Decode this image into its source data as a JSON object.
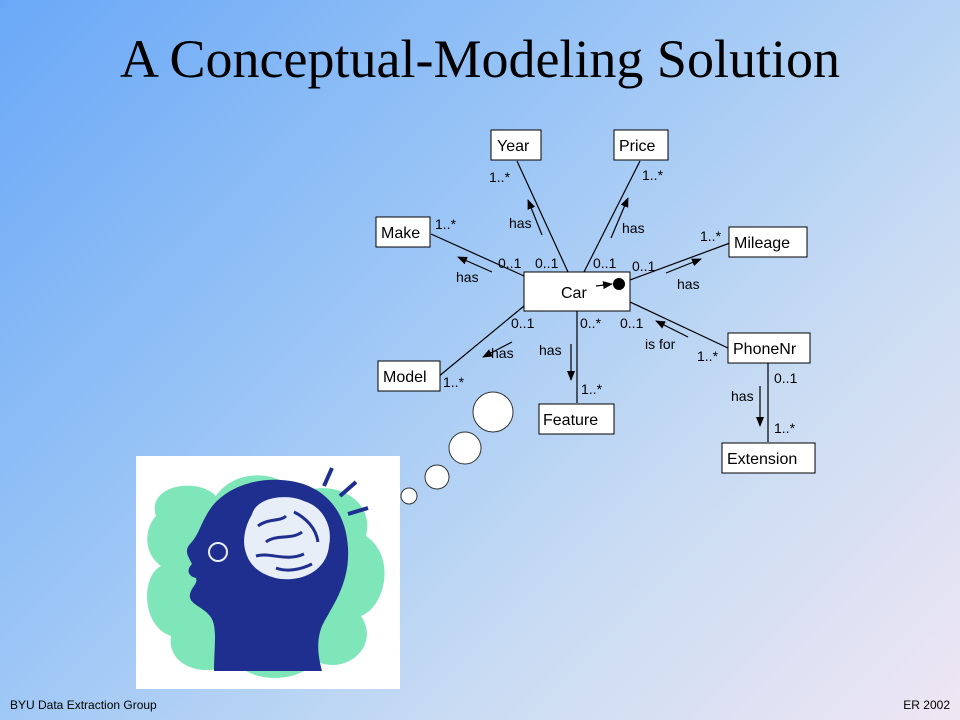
{
  "slide": {
    "title": "A Conceptual-Modeling Solution",
    "footer_left": "BYU Data Extraction Group",
    "footer_right": "ER 2002"
  },
  "diagram": {
    "nodes": {
      "car": "Car",
      "year": "Year",
      "price": "Price",
      "make": "Make",
      "mileage": "Mileage",
      "model": "Model",
      "feature": "Feature",
      "phonenr": "PhoneNr",
      "extension": "Extension"
    },
    "edges": {
      "year": {
        "relation": "has",
        "far_mult": "1..*",
        "car_mult": "0..1"
      },
      "price": {
        "relation": "has",
        "far_mult": "1..*",
        "car_mult": "0..1"
      },
      "make": {
        "relation": "has",
        "far_mult": "1..*",
        "car_mult": "0..1"
      },
      "mileage": {
        "relation": "has",
        "far_mult": "1..*",
        "car_mult": "0..1"
      },
      "model": {
        "relation": "has",
        "far_mult": "1..*",
        "car_mult": "0..1"
      },
      "feature": {
        "relation": "has",
        "far_mult": "1..*",
        "car_mult": "0..*"
      },
      "phonenr": {
        "relation": "is for",
        "far_mult": "1..*",
        "car_mult": "0..1"
      },
      "extension": {
        "relation": "has",
        "far_mult": "1..*",
        "near_mult": "0..1"
      }
    }
  },
  "colors": {
    "bg_start": "#6aa8f7",
    "bg_end": "#efe6f3",
    "head_fill": "#1f2f8f",
    "cloud_fill": "#7ee6b8"
  },
  "icons": {
    "thought_bubbles": "thought-bubble-icon",
    "head_clipart": "thinking-head-icon"
  }
}
